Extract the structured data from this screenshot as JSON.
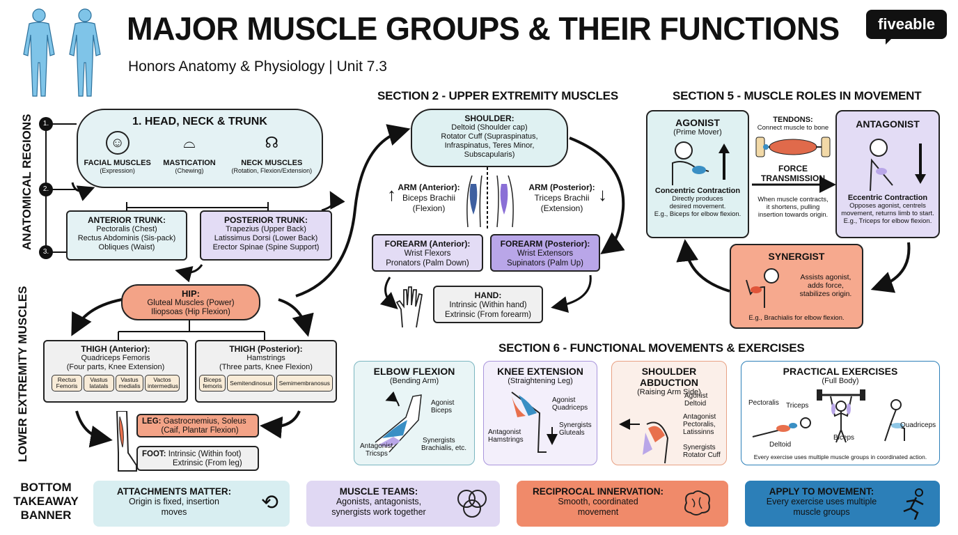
{
  "header": {
    "title": "MAJOR MUSCLE GROUPS & THEIR FUNCTIONS",
    "subtitle": "Honors Anatomy & Physiology | Unit 7.3",
    "brand": "fiveable"
  },
  "left": {
    "regions_label": "ANATOMICAL REGIONS",
    "steps": [
      "1.",
      "2.",
      "3."
    ],
    "lower_label": "LOWER EXTREMITY MUSCLES",
    "head": {
      "title": "1. HEAD, NECK & TRUNK",
      "items": [
        {
          "name": "FACIAL MUSCLES",
          "desc": "(Expression)"
        },
        {
          "name": "MASTICATION",
          "desc": "(Chewing)"
        },
        {
          "name": "NECK MUSCLES",
          "desc": "(Rotation, Flexion/Extension)"
        }
      ]
    },
    "anterior_trunk": {
      "title": "ANTERIOR TRUNK:",
      "lines": [
        "Pectoralis (Chest)",
        "Rectus Abdominis (Sis-pack)",
        "Obliques (Waist)"
      ]
    },
    "posterior_trunk": {
      "title": "POSTERIOR TRUNK:",
      "lines": [
        "Trapezius (Upper Back)",
        "Latissimus Dorsi (Lower Back)",
        "Erector Spinae (Spine Support)"
      ]
    },
    "hip": {
      "title": "HIP:",
      "lines": [
        "Gluteal Muscles (Power)",
        "Iliopsoas (Hip Flexion)"
      ]
    },
    "thigh_anterior": {
      "title": "THIGH (Anterior):",
      "lines": [
        "Quadriceps Femoris",
        "(Four parts, Knee Extension)"
      ],
      "chips": [
        "Rectus Femoris",
        "Vastus latatals",
        "Vastus medialis",
        "Vactos intermedius"
      ]
    },
    "thigh_posterior": {
      "title": "THIGH (Posterior):",
      "lines": [
        "Hamstrings",
        "(Three parts, Knee Flexion)"
      ],
      "chips": [
        "Biceps femoris",
        "Semitendinosus",
        "Semimembranosus"
      ]
    },
    "leg": {
      "title": "LEG:",
      "line1": "Gastrocnemius, Soleus",
      "line2": "(Caif, Plantar Flexion)"
    },
    "foot": {
      "title": "FOOT:",
      "line1": "Intrinsic (Within foot)",
      "line2": "Extrinsic (From leg)"
    }
  },
  "section2": {
    "heading": "SECTION 2 - UPPER EXTREMITY MUSCLES",
    "shoulder": {
      "title": "SHOULDER:",
      "lines": [
        "Deltoid (Shoulder cap)",
        "Rotator Cuff (Supraspinatus,",
        "Infraspinatus, Teres Minor,",
        "Subscapularis)"
      ]
    },
    "arm_anterior": {
      "title": "ARM (Anterior):",
      "lines": [
        "Biceps Brachii",
        "(Flexion)"
      ]
    },
    "arm_posterior": {
      "title": "ARM (Posterior):",
      "lines": [
        "Triceps Brachii",
        "(Extension)"
      ]
    },
    "forearm_anterior": {
      "title": "FOREARM (Anterior):",
      "lines": [
        "Wrist Flexors",
        "Pronators (Palm Down)"
      ]
    },
    "forearm_posterior": {
      "title": "FOREARM (Posterior):",
      "lines": [
        "Wrist Extensors",
        "Supinators (Palm Up)"
      ]
    },
    "hand": {
      "title": "HAND:",
      "lines": [
        "Intrinsic (Within hand)",
        "Extrinsic (From forearm)"
      ]
    }
  },
  "section5": {
    "heading": "SECTION 5 - MUSCLE ROLES IN MOVEMENT",
    "agonist": {
      "title": "AGONIST",
      "sub": "(Prime Mover)",
      "head": "Concentric Contraction",
      "lines": [
        "Directly produces",
        "desired movement.",
        "E.g., Biceps for elbow flexion."
      ]
    },
    "tendons": {
      "title": "TENDONS:",
      "sub": "Connect muscle to bone",
      "force": "FORCE",
      "force2": "TRANSMISSION",
      "lines": [
        "When muscle contracts,",
        "it shortens, pulling",
        "insertion towards origin."
      ]
    },
    "antagonist": {
      "title": "ANTAGONIST",
      "head": "Eccentric Contraction",
      "lines": [
        "Opposes agonist, centrels",
        "movement, returns limb to start.",
        "E.g., Triceps for elbow flexion."
      ]
    },
    "synergist": {
      "title": "SYNERGIST",
      "lines": [
        "Assists agonist,",
        "adds force,",
        "stabilizes origin."
      ],
      "example": "E.g., Brachialis for elbow flexion."
    }
  },
  "section6": {
    "heading": "SECTION 6 - FUNCTIONAL MOVEMENTS & EXERCISES",
    "cards": [
      {
        "title": "ELBOW FLEXION",
        "sub": "(Bending Arm)",
        "labels": [
          "Agonist",
          "Biceps",
          "Antagonist",
          "Tricsps",
          "Synergists",
          "Brachialis, etc."
        ]
      },
      {
        "title": "KNEE EXTENSION",
        "sub": "(Straightening Leg)",
        "labels": [
          "Agonist",
          "Quadriceps",
          "Antagonist",
          "Hamstrings",
          "Synergists",
          "Gluteals"
        ]
      },
      {
        "title": "SHOULDER ABDUCTION",
        "sub": "(Raising Arm Side)",
        "labels": [
          "Agonist",
          "Deltoid",
          "Antagonist",
          "Pectoralis,",
          "Latissinns",
          "Synergists",
          "Rotator Cuff"
        ]
      },
      {
        "title": "PRACTICAL EXERCISES",
        "sub": "(Full Body)",
        "labels": [
          "Pectoralis",
          "Triceps",
          "Deltoid",
          "Biceps",
          "Quadriceps"
        ],
        "note": "Every exercise uses multiple muscle groups in coordinated action."
      }
    ]
  },
  "banner": {
    "label": [
      "BOTTOM",
      "TAKEAWAY",
      "BANNER"
    ],
    "items": [
      {
        "title": "ATTACHMENTS MATTER:",
        "lines": [
          "Origin is fixed, insertion",
          "moves"
        ],
        "color": "#d8eef1"
      },
      {
        "title": "MUSCLE TEAMS:",
        "lines": [
          "Agonists, antagonists,",
          "synergists work together"
        ],
        "color": "#e0d8f3"
      },
      {
        "title": "RECIPROCAL INNERVATION:",
        "lines": [
          "Smooth, coordinated",
          "movement"
        ],
        "color": "#f08a6a"
      },
      {
        "title": "APPLY TO MOVEMENT:",
        "lines": [
          "Every exercise uses multiple",
          "muscle groups"
        ],
        "color": "#2c7fb8"
      }
    ]
  },
  "colors": {
    "teal": "#dff1f2",
    "lavender": "#e3dcf5",
    "purple": "#b9a6e8",
    "salmon": "#f3a387",
    "cream": "#f6ecd9",
    "grey": "#f0f0f0"
  }
}
